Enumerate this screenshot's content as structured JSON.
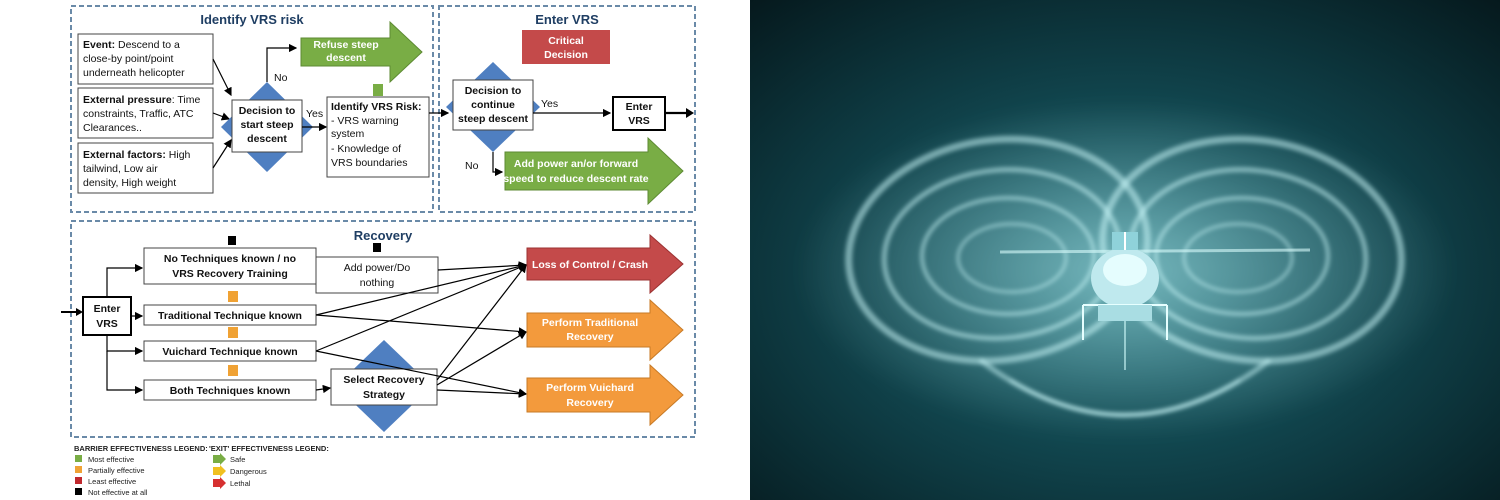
{
  "colors": {
    "frame": "#6a8aa8",
    "title": "#1f3e63",
    "diamond": "#4f7fc1",
    "safe": "#79ad45",
    "dangerous": "#f39a3c",
    "lethal": "#c44a4a",
    "most_effective": "#79ad45",
    "partially_effective": "#f0a234",
    "least_effective": "#c0282d",
    "not_effective": "#000000"
  },
  "identify": {
    "title": "Identify VRS risk",
    "event": {
      "label": "Event:",
      "lines": [
        " Descend to a",
        "close-by point/point",
        "underneath helicopter"
      ]
    },
    "pressure": {
      "label": "External pressure",
      "lines": [
        ": Time",
        "constraints, Traffic, ATC",
        "Clearances.."
      ]
    },
    "factors": {
      "label": "External factors:",
      "lines": [
        " High",
        "tailwind, Low air",
        "density, High weight"
      ]
    },
    "decision": [
      "Decision to",
      "start steep",
      "descent"
    ],
    "no": "No",
    "yes": "Yes",
    "refuse": [
      "Refuse steep",
      "descent"
    ],
    "risk": {
      "title": "Identify VRS Risk:",
      "lines": [
        "-  VRS warning",
        "   system",
        "-  Knowledge of",
        "   VRS boundaries"
      ]
    }
  },
  "enter": {
    "title": "Enter VRS",
    "critical": [
      "Critical",
      "Decision"
    ],
    "decision": [
      "Decision to",
      "continue",
      "steep descent"
    ],
    "yes": "Yes",
    "no": "No",
    "enter_box": [
      "Enter",
      "VRS"
    ],
    "add_power": [
      "Add power an/or  forward",
      "speed to reduce descent rate"
    ]
  },
  "recovery": {
    "title": "Recovery",
    "enter_box": [
      "Enter",
      "VRS"
    ],
    "no_tech": [
      "No Techniques known / no",
      "VRS Recovery Training"
    ],
    "traditional": "Traditional Technique known",
    "vuichard": "Vuichard Technique known",
    "both": "Both Techniques known",
    "add_power": [
      "Add power/Do",
      "nothing"
    ],
    "select": [
      "Select Recovery",
      "Strategy"
    ],
    "loss": "Loss of Control / Crash",
    "perform_trad": [
      "Perform Traditional",
      "Recovery"
    ],
    "perform_vuich": [
      "Perform Vuichard",
      "Recovery"
    ]
  },
  "legend": {
    "barrier_title": "BARRIER EFFECTIVENESS LEGEND:",
    "barrier_items": [
      "Most effective",
      "Partially effective",
      "Least effective",
      "Not effective at all"
    ],
    "exit_title": "'EXIT' EFFECTIVENESS LEGEND:",
    "exit_items": [
      "Safe",
      "Dangerous",
      "Lethal"
    ]
  }
}
